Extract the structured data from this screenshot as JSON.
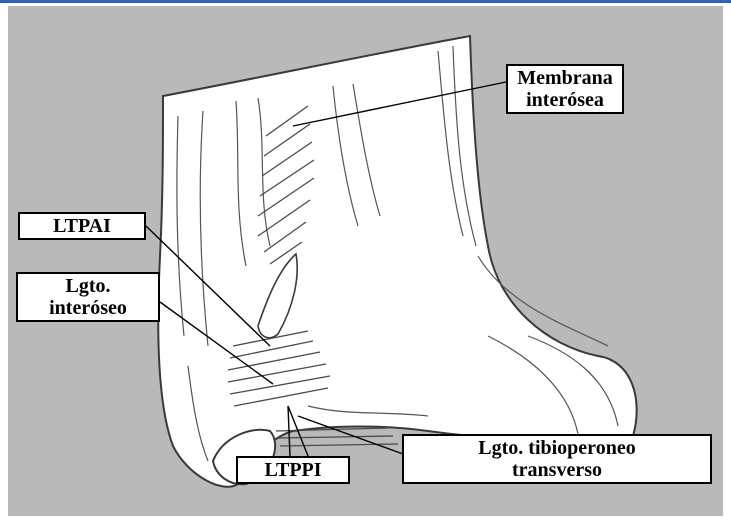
{
  "slide": {
    "accent_color": "#3a5fa8",
    "figure_background": "#b9b9b9"
  },
  "labels": {
    "membrana": {
      "line1": "Membrana",
      "line2": "interósea"
    },
    "ltpai": {
      "text": "LTPAI"
    },
    "lgto_interoseo": {
      "line1": "Lgto.",
      "line2": "interóseo"
    },
    "ltppi": {
      "text": "LTPPI"
    },
    "lgto_tibioperoneo": {
      "line1": "Lgto. tibioperoneo",
      "line2": "transverso"
    }
  }
}
